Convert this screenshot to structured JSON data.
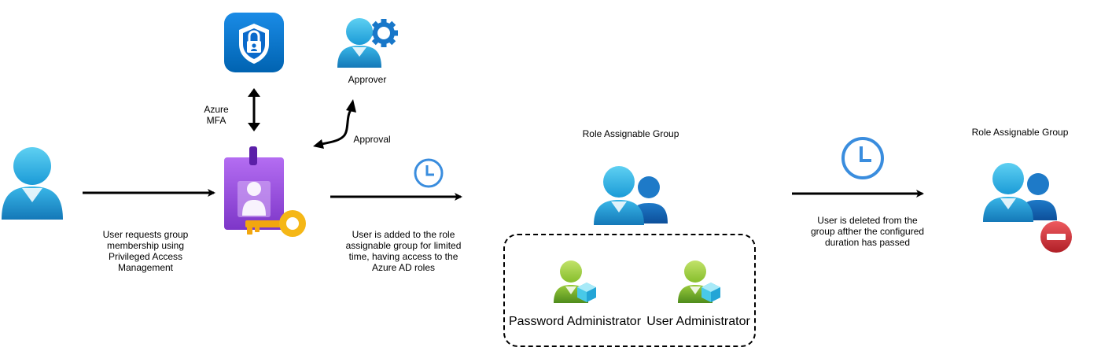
{
  "labels": {
    "user_request": [
      "User requests group",
      "membership using",
      "Privileged Access",
      "Management"
    ],
    "azure_mfa": [
      "Azure",
      "MFA"
    ],
    "approver": "Approver",
    "approval": "Approval",
    "user_added": [
      "User is added to the role",
      "assignable group for limited",
      "time, having access to the",
      "Azure AD roles"
    ],
    "group_title_1": "Role Assignable Group",
    "group_title_2": "Role Assignable Group",
    "user_deleted": [
      "User is deleted from the",
      "group afther the configured",
      "duration has passed"
    ],
    "password_admin": "Password Administrator",
    "user_admin": "User Administrator"
  },
  "icons": {
    "user": "user-icon",
    "authenticator": "authenticator-lock-icon",
    "approver": "user-gear-icon",
    "pim": "badge-key-icon",
    "clock": "clock-icon",
    "group": "group-users-icon",
    "role": "admin-role-icon",
    "remove": "remove-minus-icon"
  },
  "colors": {
    "user_blue": "#2CA8E0",
    "azure_blue": "#0078D4",
    "pim_purple": "#9B4DE0",
    "key_yellow": "#F5B716",
    "role_green": "#76B82A",
    "remove_red": "#D9323A"
  }
}
